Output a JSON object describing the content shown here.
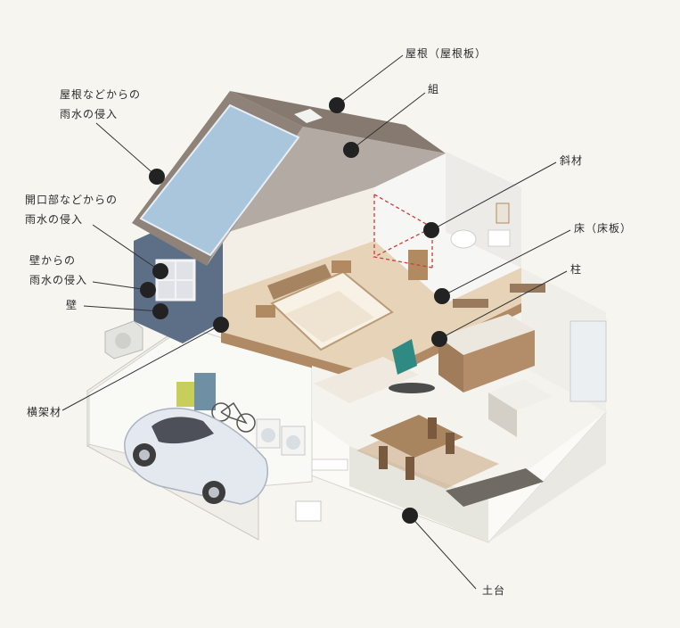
{
  "labels": {
    "roof_board": "屋根（屋根板）",
    "truss": "組",
    "brace": "斜材",
    "floor": "床（床板）",
    "column": "柱",
    "beam": "横架材",
    "sill": "土台",
    "wall": "壁",
    "roof_leak_1": "屋根などからの",
    "roof_leak_2": "雨水の侵入",
    "opening_leak_1": "開口部などからの",
    "opening_leak_2": "雨水の侵入",
    "wall_leak_1": "壁からの",
    "wall_leak_2": "雨水の侵入"
  },
  "colors": {
    "background": "#f6f5ef",
    "roof": "#8f8379",
    "solar_panel": "#a9c6dd",
    "siding": "#5d6f86",
    "wall_cut": "#ffffff",
    "wood_floor": "#d9c2a3",
    "marker": "#222222",
    "brace_line": "#d23b3b"
  },
  "icons": [
    "house-cutaway-illustration",
    "car-icon",
    "bicycle-icon",
    "washer-icon",
    "bed-icon",
    "sofa-icon",
    "dining-table-icon",
    "refrigerator-icon"
  ]
}
